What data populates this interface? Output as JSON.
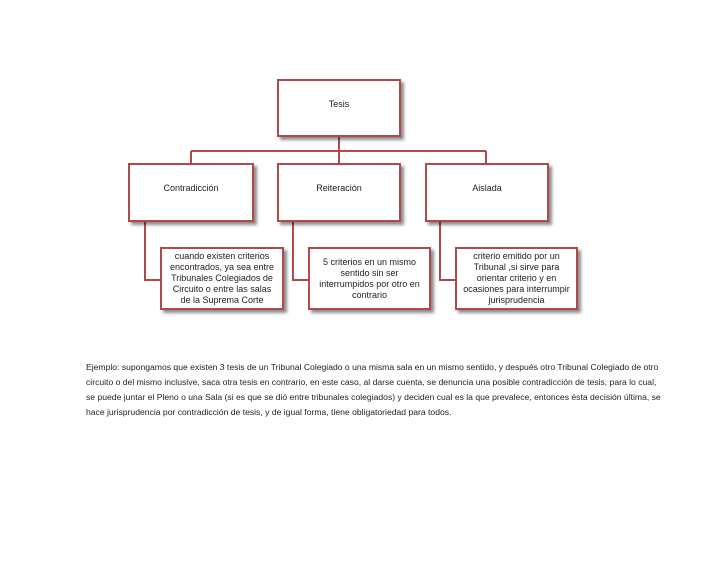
{
  "diagram": {
    "root": {
      "label": "Tesis"
    },
    "branches": [
      {
        "label": "Contradicción",
        "detail": "cuando existen criterios encontrados, ya sea entre Tribunales Colegiados de Circuito o entre las salas de la Suprema Corte"
      },
      {
        "label": "Reiteración",
        "detail": "5 criterios en un mismo sentido sin ser interrumpidos por otro en contrario"
      },
      {
        "label": "Aislada",
        "detail": "criterio emitido por un Tribunal ,si sirve para orientar criterio y en ocasiones para interrumpir jurisprudencia"
      }
    ],
    "colors": {
      "border": "#b04a4a",
      "text": "#222222"
    }
  },
  "example": {
    "text": "Ejemplo: supongamos que existen 3 tesis de un Tribunal Colegiado o una misma sala en un mismo sentido, y después otro Tribunal Colegiado de otro circuito o del mismo inclusive, saca otra tesis en contrario, en este caso, al darse cuenta, se denuncia una posible contradicción de tesis, para lo cual, se puede juntar el Pleno o una Sala (si es que se dió entre tribunales colegiados) y deciden cual es la que prevalece, entonces ésta decisión última, se hace jurisprudencia por contradicción de tesis, y de igual forma, tiene obligatoriedad para todos."
  }
}
